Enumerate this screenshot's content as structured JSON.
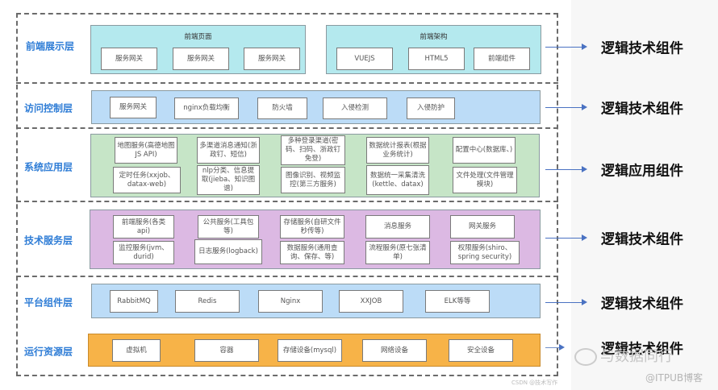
{
  "layers": [
    {
      "label": "前端展示层",
      "color": "#b4e9ee",
      "panels": [
        {
          "title": "前端页面",
          "items": [
            "服务网关",
            "服务网关",
            "服务网关"
          ]
        },
        {
          "title": "前端架构",
          "items": [
            "VUEJS",
            "HTML5",
            "前端组件"
          ]
        }
      ],
      "right_label": "逻辑技术组件"
    },
    {
      "label": "访问控制层",
      "color": "#bcdcf7",
      "items": [
        "服务网关",
        "nginx负载均衡",
        "防火墙",
        "入侵检测",
        "入侵防护"
      ],
      "right_label": "逻辑技术组件"
    },
    {
      "label": "系统应用层",
      "color": "#c6e5c7",
      "row1": [
        "地图服务(高德地图JS API)",
        "多渠道消息通知(浙政钉、短信)",
        "多种登录渠道(密码、扫码、浙政钉免登)",
        "数据统计报表(根据业务统计)",
        "配置中心(数据库、)"
      ],
      "row2": [
        "定时任务(xxjob、datax-web)",
        "nlp分类、信息提取(jieba、知识图谱)",
        "图像识别、视频监控(第三方服务)",
        "数据统一采集清洗(kettle、datax)",
        "文件处理(文件管理模块)"
      ],
      "right_label": "逻辑应用组件"
    },
    {
      "label": "技术服务层",
      "color": "#dcb9e3",
      "row1": [
        "前端服务(各类api)",
        "公共服务(工具包等)",
        "存储服务(自研文件秒传等)",
        "消息服务",
        "网关服务"
      ],
      "row2": [
        "监控服务(jvm、durid)",
        "日志服务(logback)",
        "数据服务(通用查询、保存、等)",
        "流程服务(原七张清单)",
        "权限服务(shiro、spring security)"
      ],
      "right_label": "逻辑技术组件"
    },
    {
      "label": "平台组件层",
      "color": "#bcdcf7",
      "items": [
        "RabbitMQ",
        "Redis",
        "Nginx",
        "XXJOB",
        "ELK等等"
      ],
      "right_label": "逻辑技术组件"
    },
    {
      "label": "运行资源层",
      "color": "#f7b348",
      "items": [
        "虚拟机",
        "容器",
        "存储设备(mysql)",
        "网络设备",
        "安全设备"
      ],
      "right_label": "逻辑技术组件"
    }
  ],
  "watermarks": {
    "csdn": "CSDN @技术写作",
    "wechat": "与数据同行",
    "itpub": "@ITPUB博客"
  },
  "colors": {
    "label_blue": "#2f7dd6",
    "arrow": "#4a72c2"
  }
}
